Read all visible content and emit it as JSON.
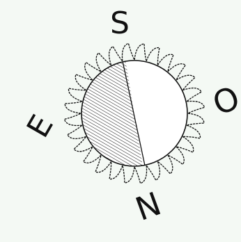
{
  "compass": {
    "north": "N",
    "south": "S",
    "east": "E",
    "west": "O"
  },
  "sun": {
    "ray_count": 28,
    "shaded_portion": "left",
    "style": "hatched"
  },
  "colors": {
    "background": "#f4f9f4",
    "ink": "#111111"
  }
}
